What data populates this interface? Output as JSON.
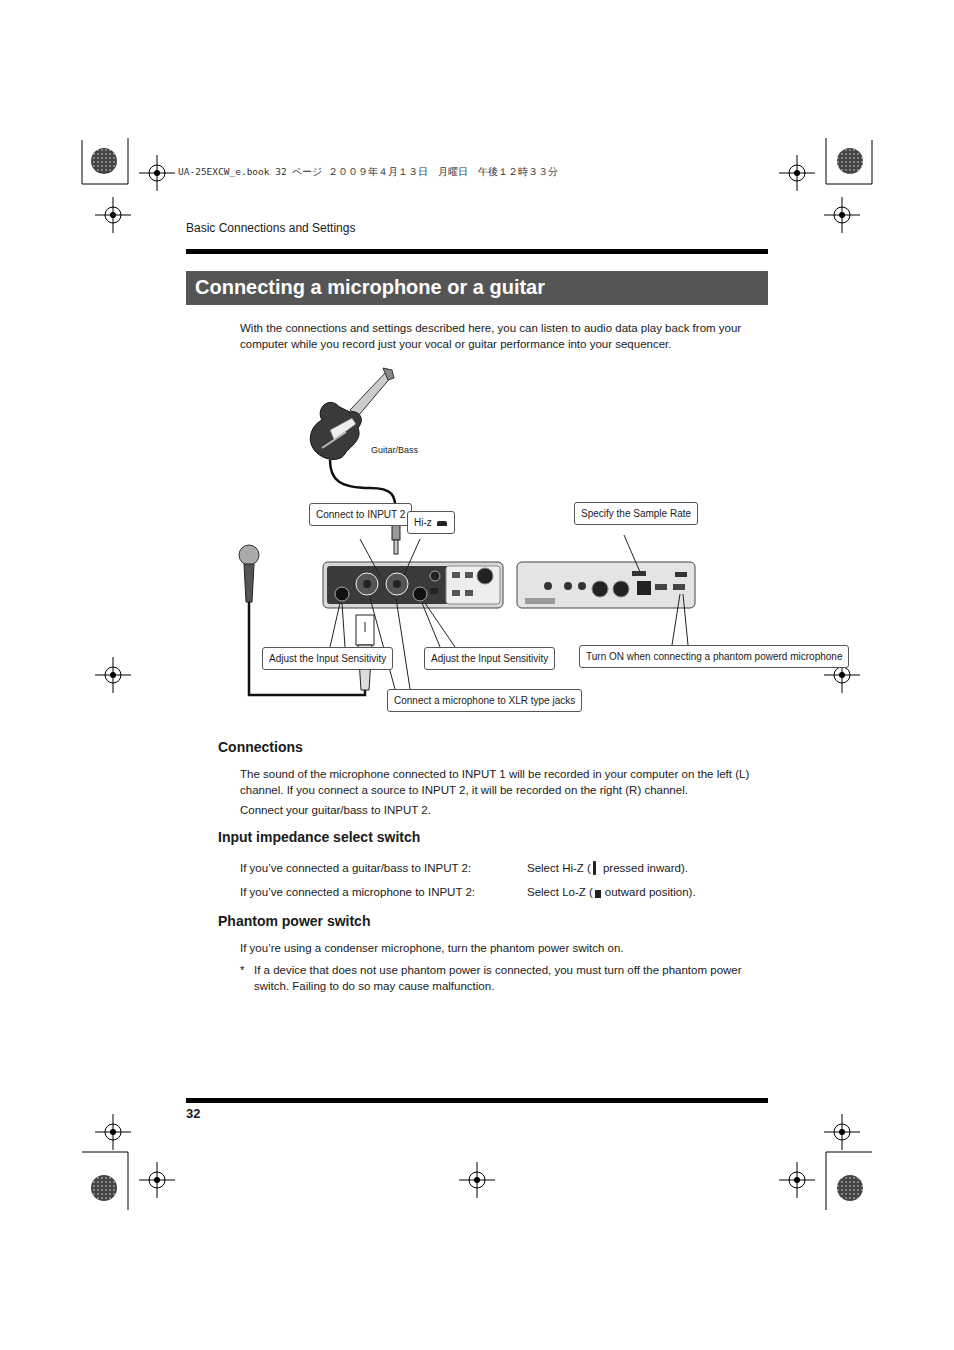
{
  "diagram": {
    "title": "Connecting a microphone or a guitar",
    "nodes": [
      {
        "text": [
          "Connect to INPUT 2"
        ]
      },
      {
        "text": [
          "Hi-z"
        ]
      },
      {
        "text": [
          "Specify the Sample Rate"
        ]
      },
      {
        "text": [
          "Adjust the Input Sensitivity"
        ]
      },
      {
        "text": [
          "Adjust the Input Sensitivity"
        ]
      },
      {
        "text": [
          "Turn ON when connecting a phantom powerd microphone"
        ]
      },
      {
        "text": [
          "Connect a microphone to XLR type jacks"
        ]
      }
    ],
    "labels": [
      "UA-25EXCW_e.book  32 ページ  ２００９年４月１３日　月曜日　午後１２時３３分",
      "Basic Connections and Settings",
      "With the connections and settings described here, you can listen to audio data play back from your computer while you record just your vocal or guitar performance into your sequencer.",
      "Guitar/Bass",
      "Connections",
      "The sound of the microphone connected to INPUT 1 will be recorded in your computer on the left (L) channel. If you connect a source to INPUT 2, it will be recorded on the right (R) channel.",
      "Connect your guitar/bass to INPUT 2.",
      "Input impedance select switch",
      "If you’ve connected a guitar/bass to INPUT 2:",
      "Select Hi-Z (",
      "pressed inward).",
      "If you’ve connected a microphone to INPUT 2:",
      "Select Lo-Z (",
      "outward position).",
      "Phantom power switch",
      "If you’re using a condenser microphone, turn the phantom power switch on.",
      "*",
      "If a device that does not use phantom power is connected, you must turn off the phantom power switch. Failing to do so may cause malfunction.",
      "32"
    ]
  }
}
